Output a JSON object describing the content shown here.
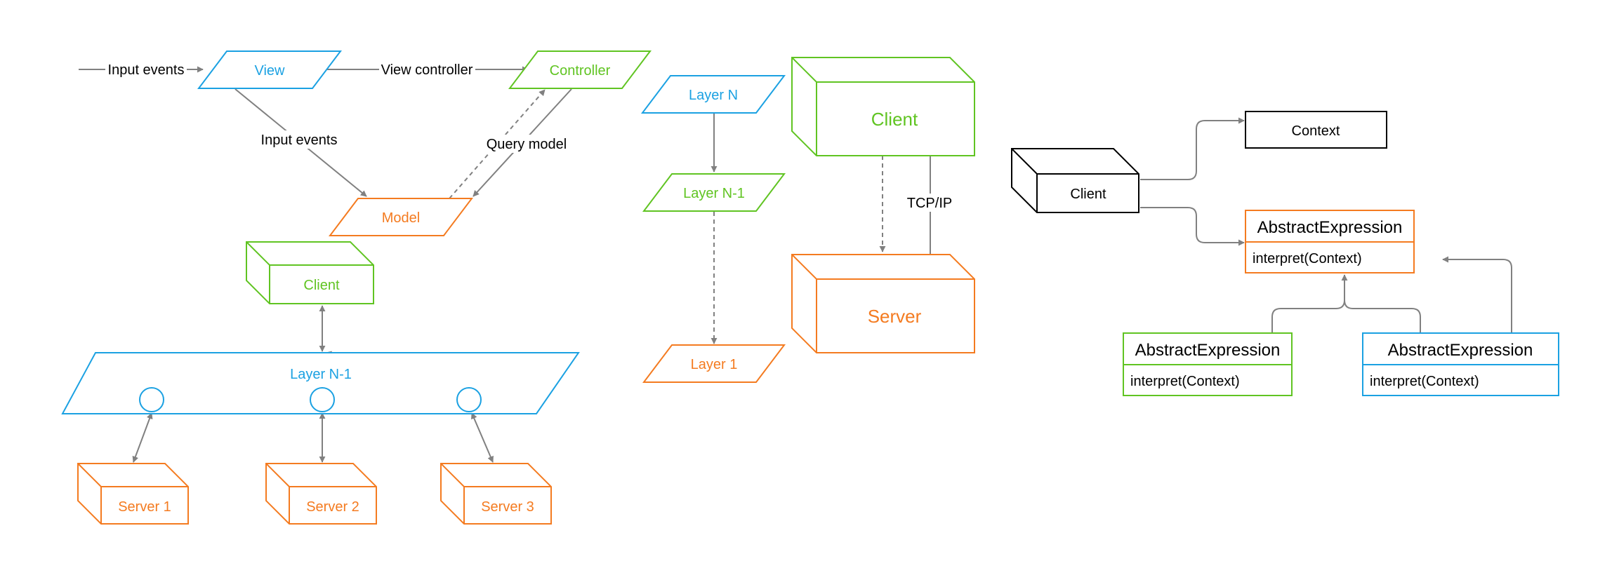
{
  "colors": {
    "blue": "#1BA1E2",
    "green": "#60C422",
    "orange": "#F47B20",
    "black": "#000000",
    "edge": "#808080"
  },
  "mvc": {
    "input_events_left": "Input events",
    "view": "View",
    "view_controller": "View controller",
    "controller": "Controller",
    "input_events_mid": "Input events",
    "query_model": "Query model",
    "model": "Model"
  },
  "cluster": {
    "client": "Client",
    "layer": "Layer N-1",
    "server1": "Server 1",
    "server2": "Server 2",
    "server3": "Server 3"
  },
  "layers": {
    "layer_n": "Layer N",
    "layer_n1": "Layer N-1",
    "layer_1": "Layer 1"
  },
  "client_server": {
    "client": "Client",
    "protocol": "TCP/IP",
    "server": "Server"
  },
  "interpreter": {
    "client": "Client",
    "context": "Context",
    "abstract_top": {
      "title": "AbstractExpression",
      "method": "interpret(Context)"
    },
    "abstract_left": {
      "title": "AbstractExpression",
      "method": "interpret(Context)"
    },
    "abstract_right": {
      "title": "AbstractExpression",
      "method": "interpret(Context)"
    }
  }
}
